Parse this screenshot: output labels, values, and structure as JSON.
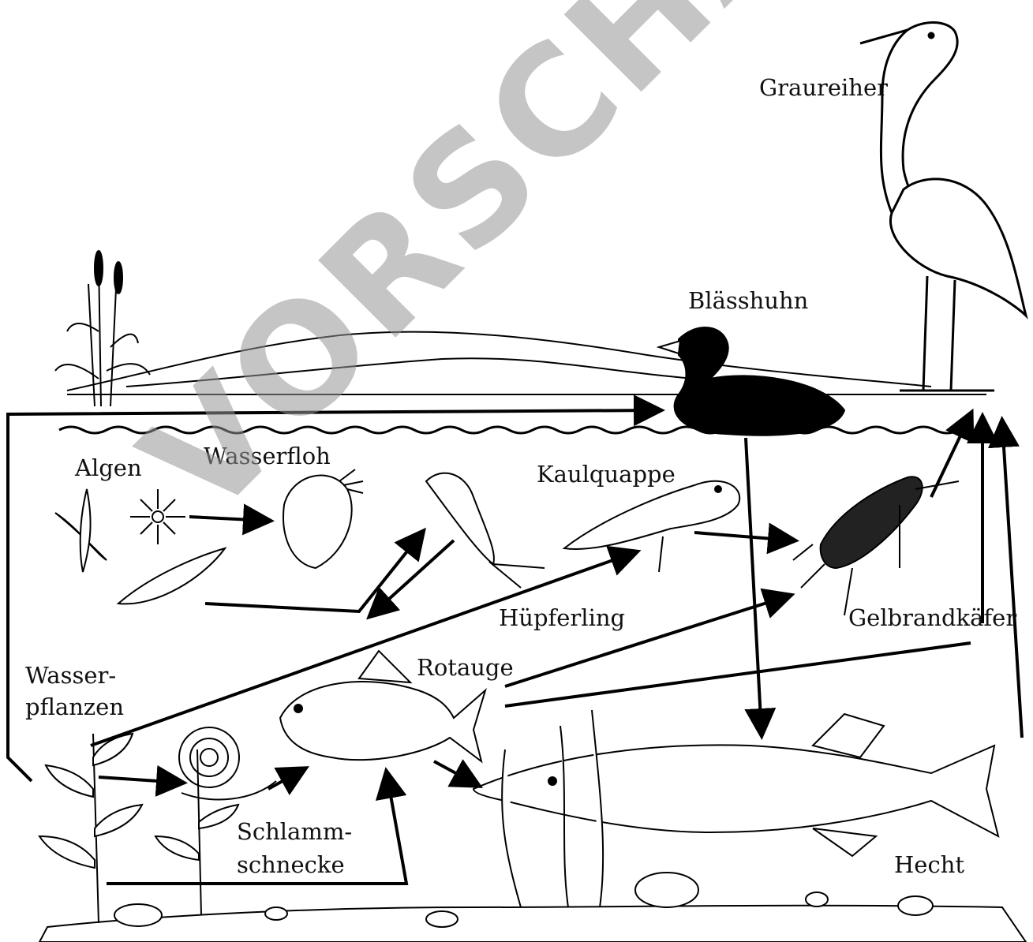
{
  "labels": {
    "graureiher": "Graureiher",
    "blaesshuhn": "Blässhuhn",
    "algen": "Algen",
    "wasserfloh": "Wasserfloh",
    "kaulquappe": "Kaulquappe",
    "huepferling": "Hüpferling",
    "gelbrandkaefer": "Gelbrandkäfer",
    "wasserpflanzen_1": "Wasser-",
    "wasserpflanzen_2": "pflanzen",
    "rotauge": "Rotauge",
    "schlammschnecke_1": "Schlamm-",
    "schlammschnecke_2": "schnecke",
    "hecht": "Hecht"
  },
  "watermark": "VORSCHAU"
}
